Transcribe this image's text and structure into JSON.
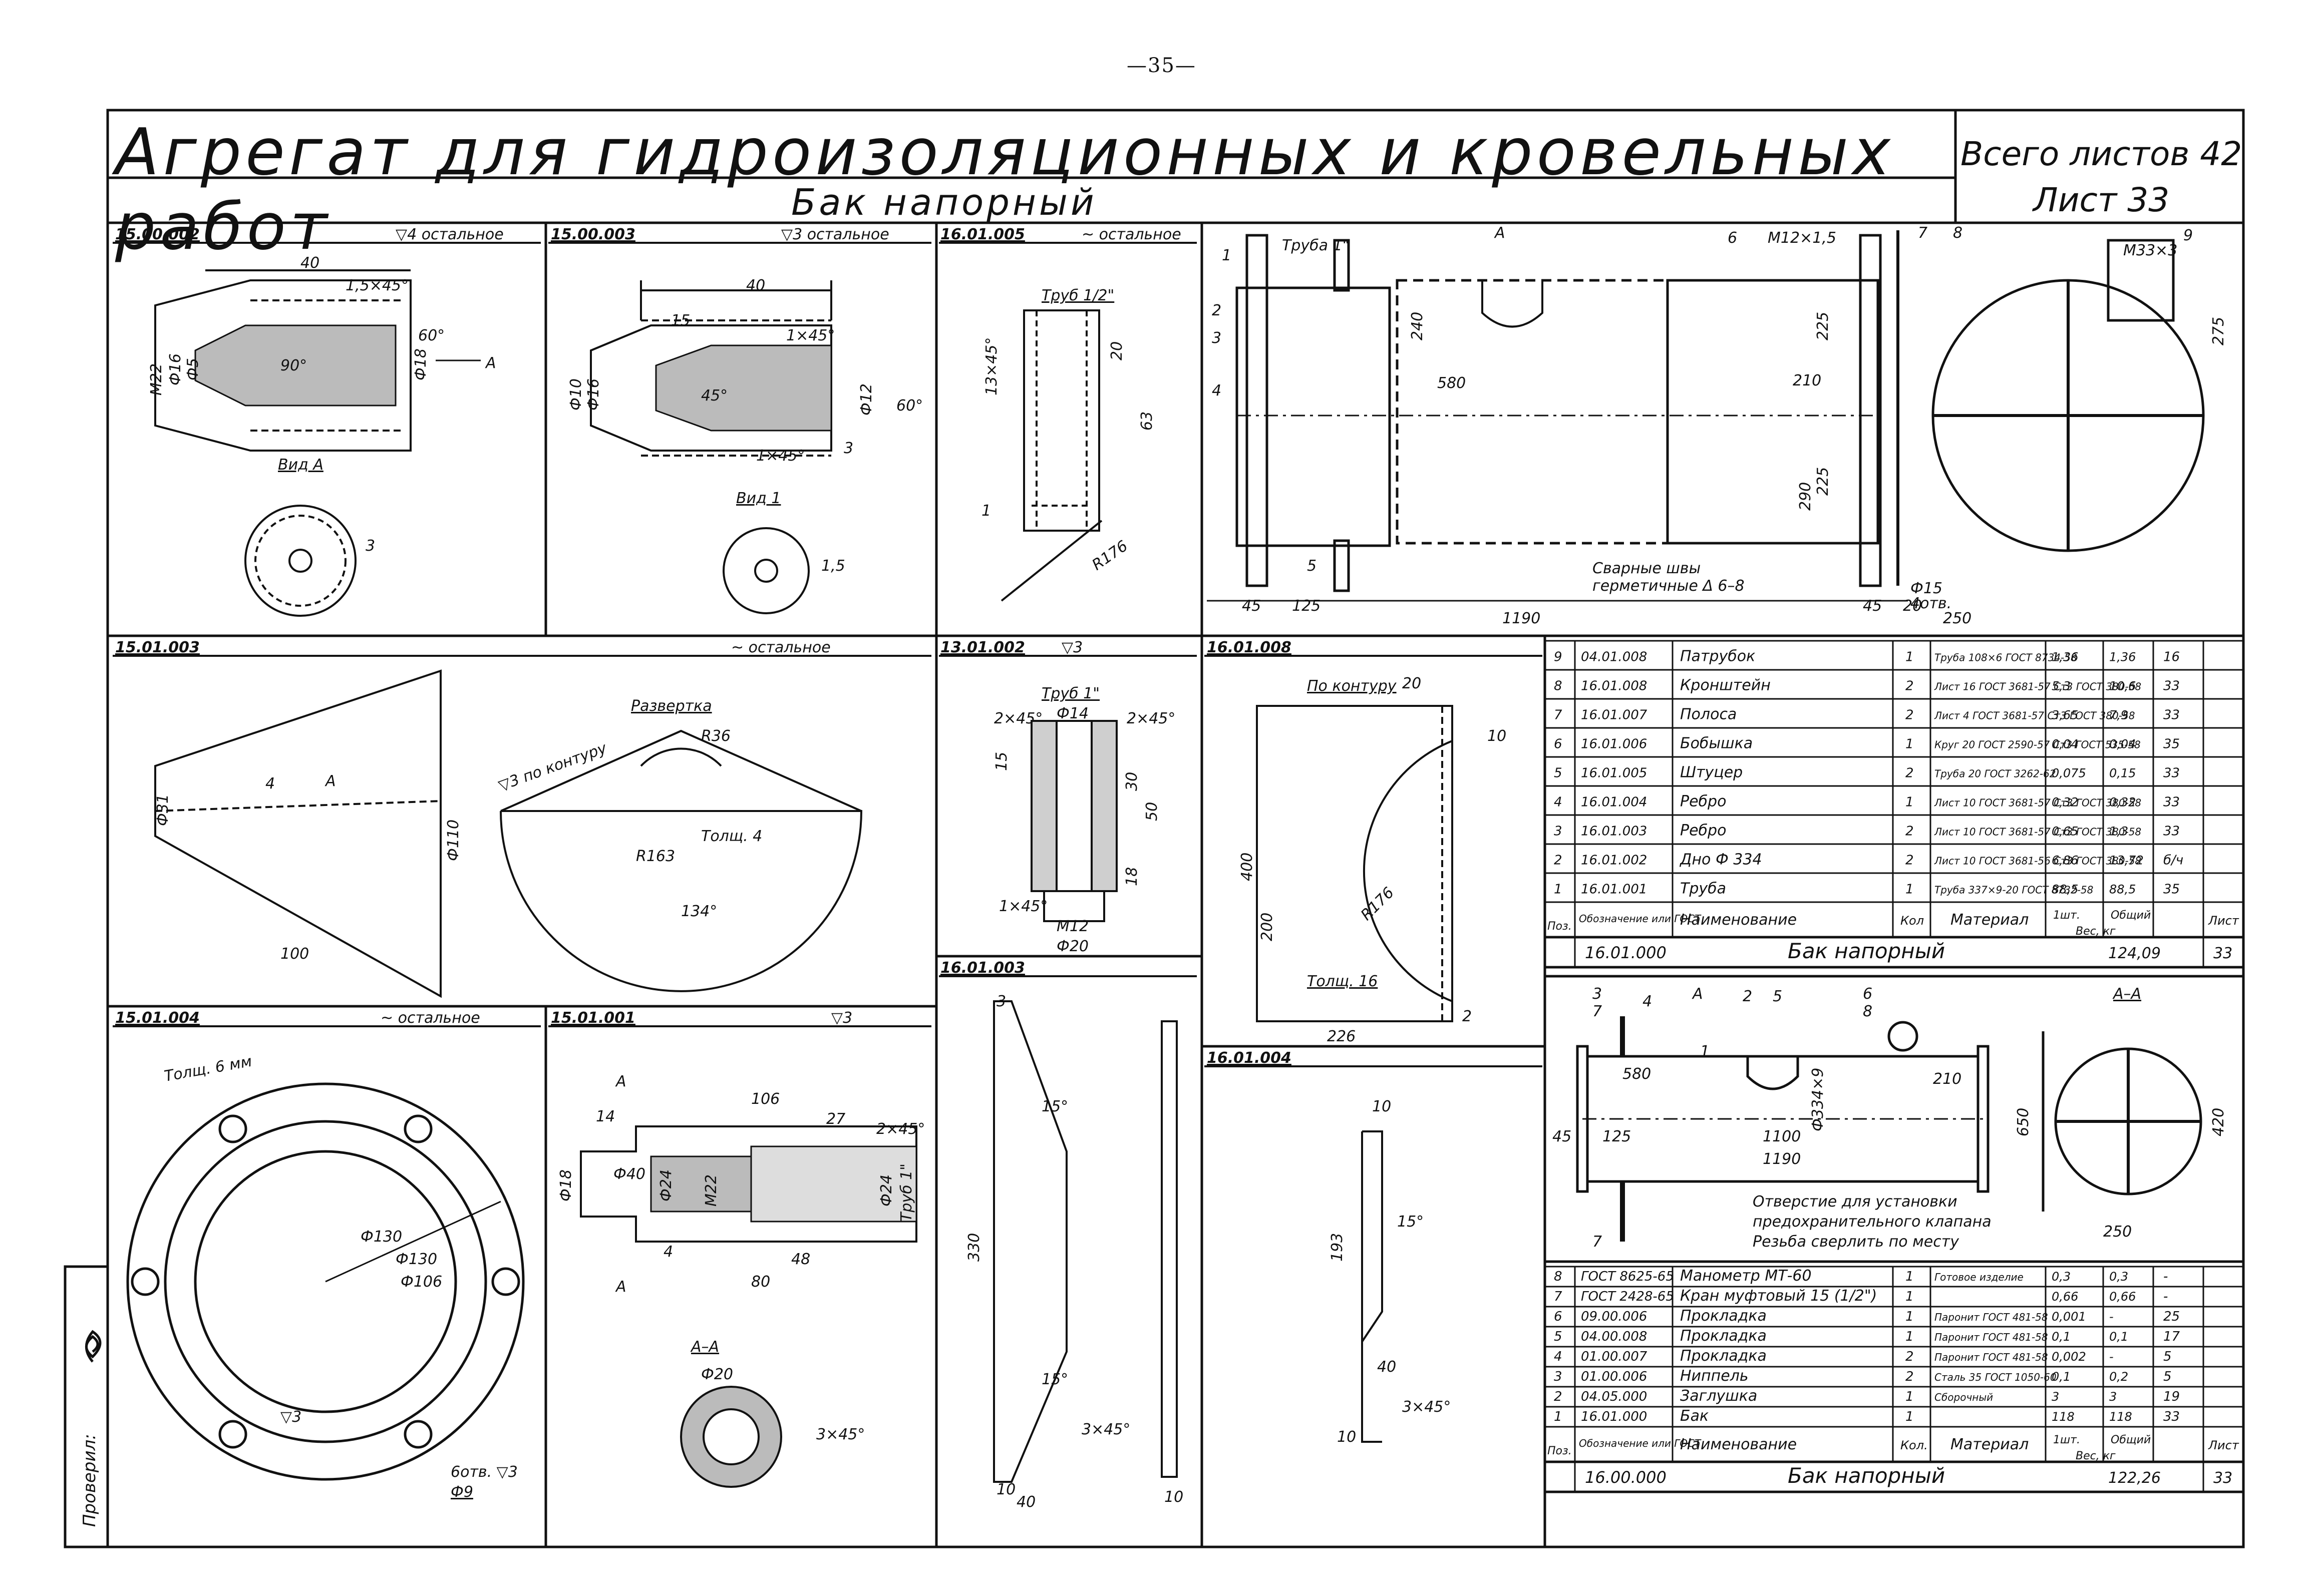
{
  "page_number": "—35—",
  "title": "Агрегат для гидроизоляционных и кровельных работ",
  "subtitle": "Бак напорный",
  "sheet": {
    "total": "Всего листов 42",
    "current": "Лист 33"
  },
  "stamp": {
    "label": "Проверил:"
  },
  "panels": {
    "p1": {
      "code": "15.00.002",
      "roughness": "▽4 остальное",
      "view": "Вид А",
      "dims": [
        "40",
        "1,5×45°",
        "M22",
        "Ф16",
        "Ф5",
        "90°",
        "Ф18",
        "60°",
        "А",
        "3"
      ]
    },
    "p2": {
      "code": "15.00.003",
      "roughness": "▽3 остальное",
      "view": "Вид 1",
      "dims": [
        "40",
        "15",
        "1×45°",
        "Ф10",
        "Ф16",
        "Ф12",
        "45°",
        "60°",
        "1×45°",
        "3",
        "1,5"
      ]
    },
    "p3": {
      "code": "16.01.005",
      "roughness": "~ остальное",
      "pipe": "Труб 1/2\"",
      "dims": [
        "13×45°",
        "20",
        "63",
        "R176",
        "1"
      ]
    },
    "p4": {
      "code": "15.01.003",
      "roughness": "~ остальное",
      "dev": "Развертка",
      "thick": "Толщ. 4",
      "cont": "▽3 по контуру",
      "dims": [
        "Ф31",
        "Ф110",
        "100",
        "R36",
        "R163",
        "134°",
        "4",
        "А"
      ]
    },
    "p5": {
      "code": "13.01.002",
      "roughness": "▽3",
      "pipe": "Труб 1\"",
      "dims": [
        "2×45°",
        "Ф14",
        "2×45°",
        "15",
        "30",
        "50",
        "18",
        "1×45°",
        "M12",
        "Ф20"
      ]
    },
    "p6": {
      "code": "16.01.008",
      "cont": "По контуру",
      "thick": "Толщ. 16",
      "dims": [
        "20",
        "10",
        "400",
        "200",
        "R176",
        "226",
        "2"
      ]
    },
    "p7": {
      "code": "15.01.004",
      "roughness": "~ остальное",
      "thick": "Толщ. 6 мм",
      "holes": "6отв. ▽3",
      "hole_d": "Ф9",
      "dims": [
        "Ф130",
        "Ф130",
        "Ф106",
        "▽3"
      ]
    },
    "p8": {
      "code": "15.01.001",
      "roughness": "▽3",
      "section": "А–А",
      "dims": [
        "106",
        "14",
        "27",
        "2×45°",
        "Ф18",
        "Ф40",
        "Ф24",
        "M22",
        "Ф24",
        "Труб 1\"",
        "4",
        "48",
        "80",
        "Ф20",
        "3×45°",
        "А",
        "А"
      ]
    },
    "p9": {
      "code": "16.01.003",
      "dims": [
        "3",
        "15°",
        "330",
        "15°",
        "10",
        "40",
        "10",
        "3×45°"
      ]
    },
    "p10": {
      "code": "16.01.004",
      "dims": [
        "10",
        "193",
        "15°",
        "40",
        "3×45°",
        "10"
      ]
    },
    "main": {
      "labels": [
        "Труба 1\"",
        "А",
        "6",
        "M12×1,5",
        "7",
        "8",
        "M33×3",
        "9",
        "1",
        "2",
        "3",
        "4",
        "5"
      ],
      "dims": [
        "240",
        "580",
        "210",
        "225",
        "225",
        "275",
        "290",
        "45",
        "125",
        "1190",
        "45",
        "20",
        "Ф15",
        "4отв.",
        "250"
      ],
      "weld_note": [
        "Сварные швы",
        "герметичные Δ 6–8"
      ]
    },
    "assembly": {
      "labels": [
        "3",
        "7",
        "4",
        "А",
        "1",
        "2",
        "5",
        "6",
        "8",
        "А–А",
        "7"
      ],
      "dims": [
        "580",
        "210",
        "45",
        "125",
        "1100",
        "Ф334×9",
        "1190",
        "650",
        "420",
        "250"
      ],
      "notes": [
        "Отверстие для установки",
        "предохранительного клапана",
        "Резьба сверлить по месту"
      ]
    }
  },
  "table1": {
    "rows": [
      [
        "9",
        "04.01.008",
        "Патрубок",
        "1",
        "Труба 108×6 ГОСТ 8734-58",
        "1,36",
        "1,36",
        "16"
      ],
      [
        "8",
        "16.01.008",
        "Кронштейн",
        "2",
        "Лист 16 ГОСТ 3681-57 Ст3 ГОСТ 380-58",
        "5,3",
        "10,6",
        "33"
      ],
      [
        "7",
        "16.01.007",
        "Полоса",
        "2",
        "Лист 4 ГОСТ 3681-57 Ст3 ГОСТ 380-58",
        "3,65",
        "7,9",
        "33"
      ],
      [
        "6",
        "16.01.006",
        "Бобышка",
        "1",
        "Круг 20 ГОСТ 2590-57 Ст3 ГОСТ 535-58",
        "0,04",
        "0,04",
        "35"
      ],
      [
        "5",
        "16.01.005",
        "Штуцер",
        "2",
        "Труба 20 ГОСТ 3262-62",
        "0,075",
        "0,15",
        "33"
      ],
      [
        "4",
        "16.01.004",
        "Ребро",
        "1",
        "Лист 10 ГОСТ 3681-57 Ст3 ГОСТ 380-58",
        "0,32",
        "0,32",
        "33"
      ],
      [
        "3",
        "16.01.003",
        "Ребро",
        "2",
        "Лист 10 ГОСТ 3681-57 Ст3 ГОСТ 380-58",
        "0,65",
        "1,3",
        "33"
      ],
      [
        "2",
        "16.01.002",
        "Дно Ф 334",
        "2",
        "Лист 10 ГОСТ 3681-56 Ст3 ГОСТ 380-58",
        "6,86",
        "13,72",
        "б/ч"
      ],
      [
        "1",
        "16.01.001",
        "Труба",
        "1",
        "Труба 337×9-20 ГОСТ 8732-58",
        "88,5",
        "88,5",
        "35"
      ]
    ],
    "header": [
      "Поз.",
      "Обозначение или ГОСТ",
      "Наименование",
      "Кол",
      "Материал",
      "1шт.",
      "Общий",
      "Вес, кг",
      "Лист"
    ],
    "footer": {
      "code": "16.01.000",
      "name": "Бак напорный",
      "weight": "124,09",
      "sheet": "33"
    }
  },
  "table2": {
    "rows": [
      [
        "8",
        "ГОСТ 8625-65",
        "Манометр МТ-60",
        "1",
        "Готовое изделие",
        "0,3",
        "0,3",
        "-"
      ],
      [
        "7",
        "ГОСТ 2428-65",
        "Кран муфтовый 15 (1/2\")",
        "1",
        "",
        "0,66",
        "0,66",
        "-"
      ],
      [
        "6",
        "09.00.006",
        "Прокладка",
        "1",
        "Паронит ГОСТ 481-58",
        "0,001",
        "-",
        "25"
      ],
      [
        "5",
        "04.00.008",
        "Прокладка",
        "1",
        "Паронит ГОСТ 481-58",
        "0,1",
        "0,1",
        "17"
      ],
      [
        "4",
        "01.00.007",
        "Прокладка",
        "2",
        "Паронит ГОСТ 481-58",
        "0,002",
        "-",
        "5"
      ],
      [
        "3",
        "01.00.006",
        "Ниппель",
        "2",
        "Сталь 35 ГОСТ 1050-60",
        "0,1",
        "0,2",
        "5"
      ],
      [
        "2",
        "04.05.000",
        "Заглушка",
        "1",
        "Сборочный",
        "3",
        "3",
        "19"
      ],
      [
        "1",
        "16.01.000",
        "Бак",
        "1",
        "",
        "118",
        "118",
        "33"
      ]
    ],
    "header": [
      "Поз.",
      "Обозначение или ГОСТ",
      "Наименование",
      "Кол.",
      "Материал",
      "1шт.",
      "Общий",
      "Вес, кг",
      "Лист"
    ],
    "footer": {
      "code": "16.00.000",
      "name": "Бак напорный",
      "weight": "122,26",
      "sheet": "33"
    }
  }
}
